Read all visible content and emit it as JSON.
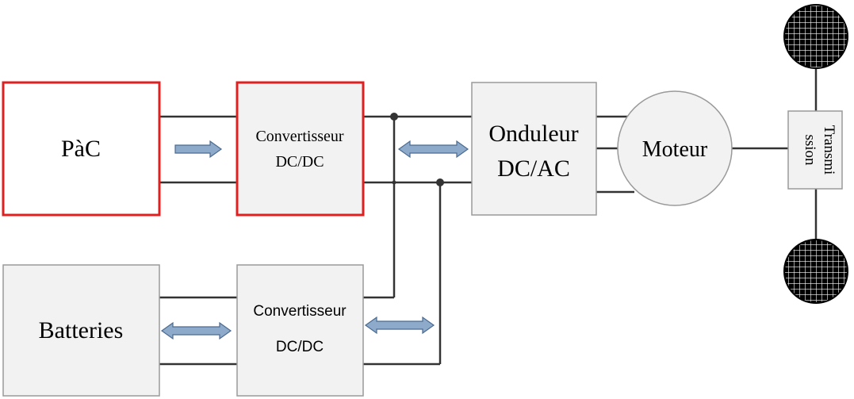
{
  "diagram": {
    "blocks": {
      "pac": {
        "label": "PàC"
      },
      "converter_top": {
        "line1": "Convertisseur",
        "line2": "DC/DC"
      },
      "batteries": {
        "label": "Batteries"
      },
      "converter_bottom": {
        "line1": "Convertisseur",
        "line2": "DC/DC"
      },
      "inverter": {
        "line1": "Onduleur",
        "line2": "DC/AC"
      },
      "motor": {
        "label": "Moteur"
      },
      "transmission": {
        "line1": "Transmi",
        "line2": "ssion"
      }
    },
    "colors": {
      "highlight_border": "#e02020",
      "box_border": "#9a9a9a",
      "box_fill": "#f2f2f2",
      "line": "#333333",
      "arrow_fill": "#8eaacb",
      "arrow_stroke": "#4a6a90",
      "wheel_fill": "#000000",
      "wheel_grid": "#ffffff"
    }
  }
}
